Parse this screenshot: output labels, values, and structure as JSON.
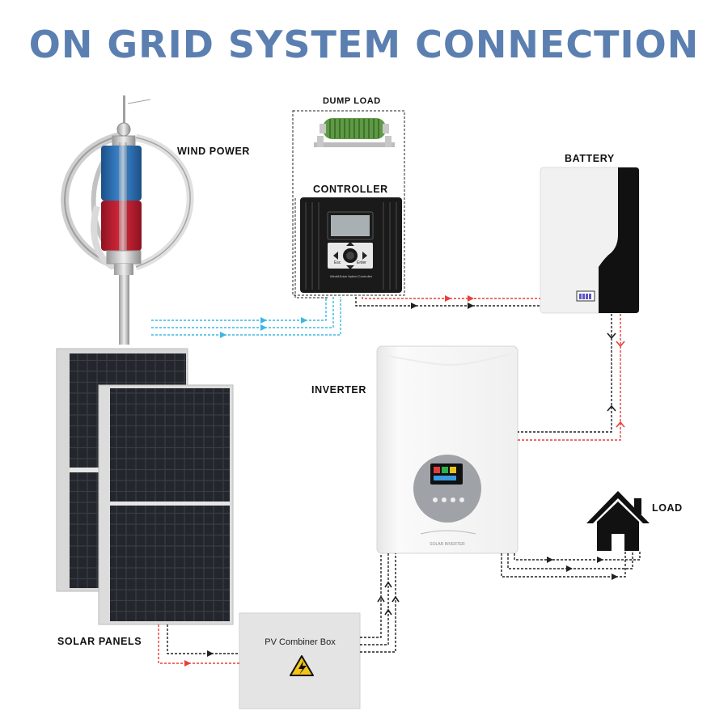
{
  "title": "ON GRID SYSTEM CONNECTION",
  "labels": {
    "wind_power": "WIND POWER",
    "dump_load": "DUMP LOAD",
    "controller": "CONTROLLER",
    "battery": "BATTERY",
    "inverter": "INVERTER",
    "load": "LOAD",
    "solar_panels": "SOLAR PANELS",
    "pv_combiner_box": "PV Combiner Box",
    "controller_small_text": "Wind&Solar Hybrid Controller",
    "controller_esc": "Esc",
    "controller_enter": "Enter",
    "inverter_caption": "SOLAR INVERTER"
  },
  "colors": {
    "title": "#5b7fb0",
    "wind_flow": "#3ab8e6",
    "positive_flow": "#e8403a",
    "negative_flow": "#222222",
    "panel_cell": "#2c2f36",
    "battery_body": "#f2f2f2",
    "battery_side": "#111111",
    "combiner_box": "#e3e3e3"
  },
  "icons": [
    "wind-turbine-icon",
    "resistor-icon",
    "house-icon",
    "high-voltage-icon"
  ]
}
